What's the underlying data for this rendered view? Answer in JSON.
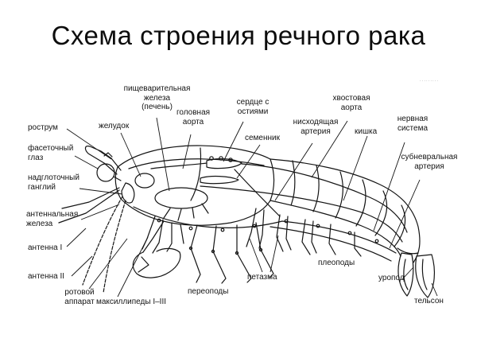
{
  "title": "Схема строения речного рака",
  "watermark": "·········",
  "diagram": {
    "labels": {
      "rostrum": "рострум",
      "compound_eye": "фасеточный\nглаз",
      "supraesophageal_ganglion": "надглоточный\nганглий",
      "antennal_gland": "антеннальная\nжелеза",
      "antenna_1": "антенна I",
      "antenna_2": "антенна II",
      "mouthparts": "ротовой\nаппарат",
      "stomach": "желудок",
      "digestive_gland": "пищеварительная\nжелеза\n(печень)",
      "head_aorta": "головная\nаорта",
      "heart_with_ostia": "сердце с\nостиями",
      "testis": "семенник",
      "descending_artery": "нисходящая\nартерия",
      "tail_aorta": "хвостовая\nаорта",
      "intestine": "кишка",
      "nervous_system": "нервная\nсистема",
      "subneural_artery": "субневральная\nартерия",
      "maxillipeds": "максиллипеды I–III",
      "pereopods": "переоподы",
      "petasma": "петазма",
      "pleopods": "плеоподы",
      "uropod": "уропод",
      "telson": "тельсон"
    }
  }
}
